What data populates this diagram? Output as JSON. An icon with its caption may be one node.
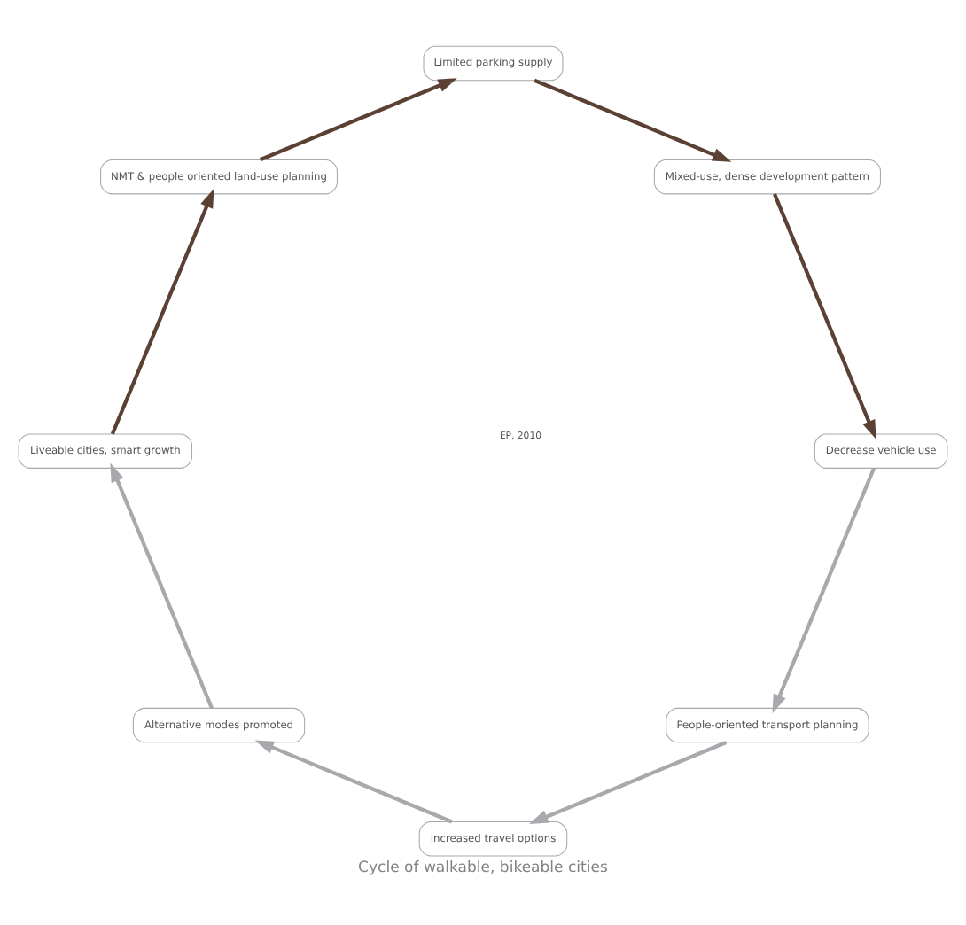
{
  "diagram": {
    "title": "Cycle of walkable, bikeable cities",
    "nodes": [
      {
        "text": [
          "People-oriented transport planning"
        ]
      },
      {
        "text": [
          "Increased travel options"
        ]
      },
      {
        "text": [
          "Alternative modes promoted"
        ]
      },
      {
        "text": [
          "Liveable cities, smart growth"
        ]
      },
      {
        "text": [
          "NMT & people oriented land-use planning"
        ]
      },
      {
        "text": [
          "Limited parking supply"
        ]
      },
      {
        "text": [
          "Mixed-use, dense development pattern"
        ]
      },
      {
        "text": [
          "Decrease vehicle use"
        ]
      }
    ],
    "edges": [
      {
        "from": 0,
        "to": 1,
        "arrow": "to"
      },
      {
        "from": 1,
        "to": 2,
        "arrow": "to"
      },
      {
        "from": 2,
        "to": 3,
        "arrow": "to"
      },
      {
        "from": 3,
        "to": 4,
        "arrow": "to",
        "color": "#5b4034"
      },
      {
        "from": 4,
        "to": 5,
        "arrow": "to",
        "color": "#5b4034"
      },
      {
        "from": 5,
        "to": 6,
        "arrow": "to",
        "color": "#5b4034"
      },
      {
        "from": 6,
        "to": 7,
        "arrow": "to",
        "color": "#5b4034"
      },
      {
        "from": 7,
        "to": 0,
        "arrow": "to"
      }
    ],
    "labels": [
      "EP, 2010"
    ]
  }
}
